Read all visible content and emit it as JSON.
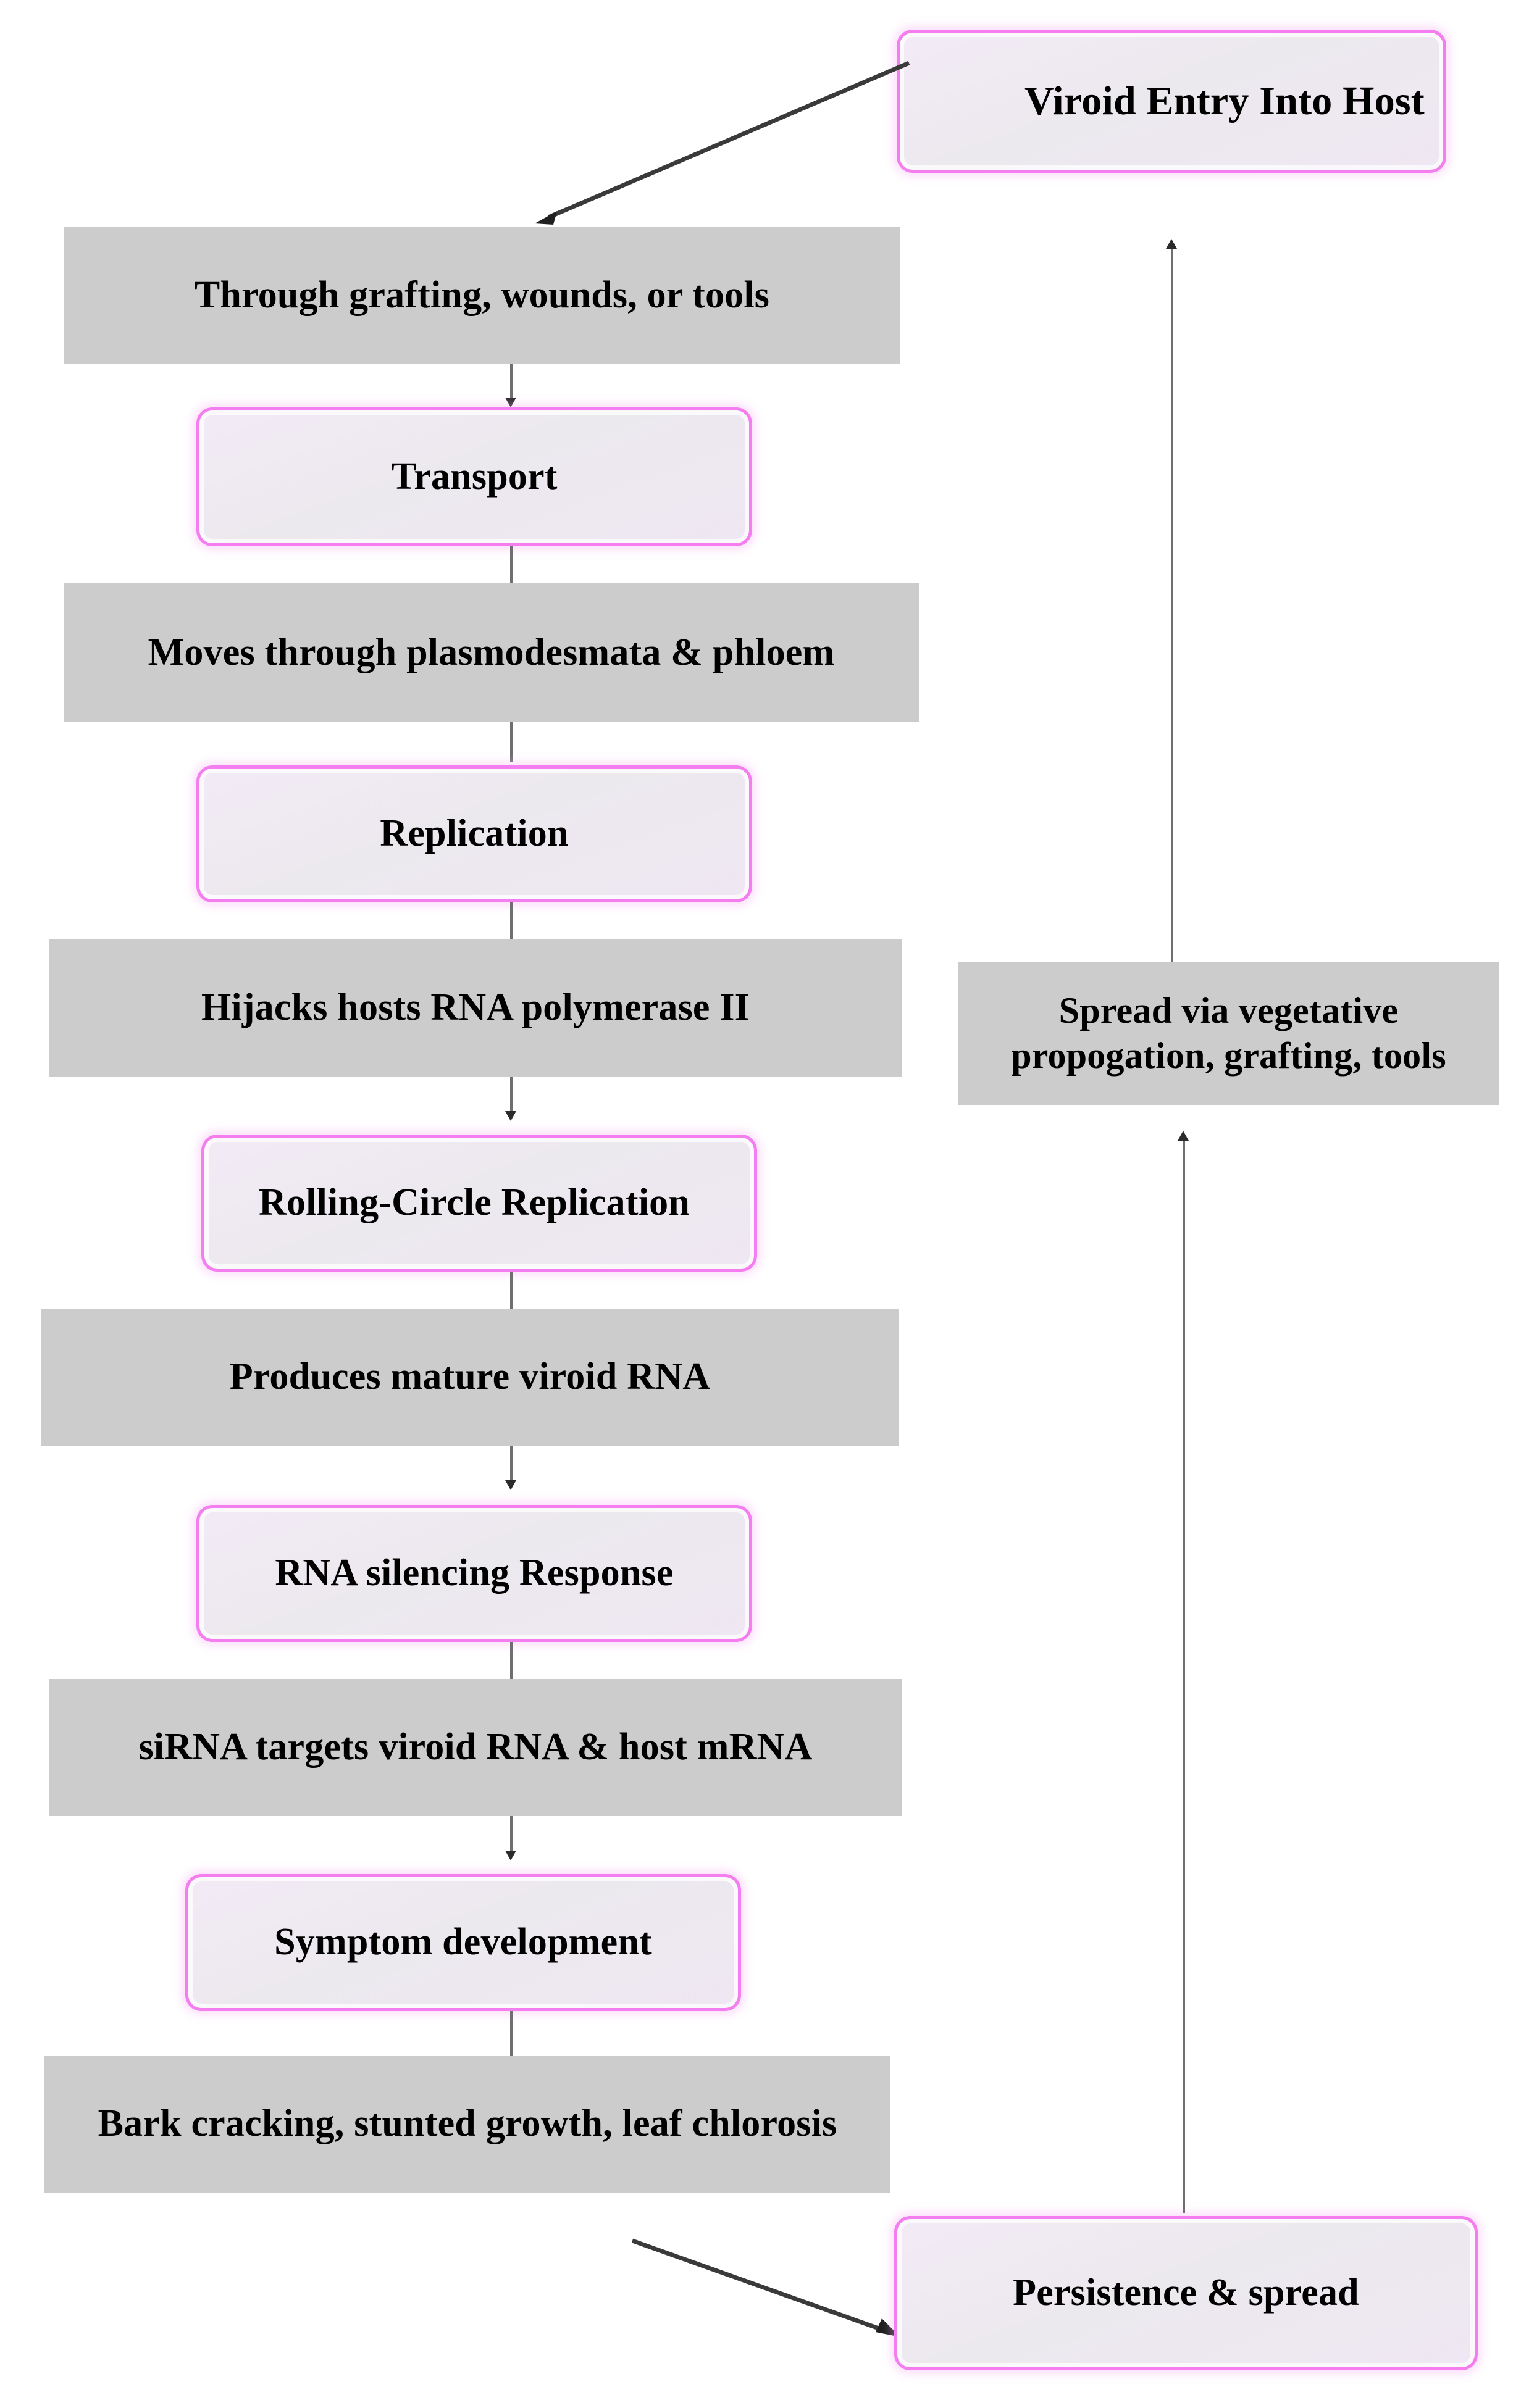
{
  "diagram": {
    "type": "flowchart",
    "title": "Viroid infection cycle in host plant",
    "orientation": "vertical",
    "palette": {
      "grey_box_fill": "#cccccc",
      "pink_box_border": "#f47ef0",
      "pink_box_fill": "#eee8f2",
      "connector": "#6f6f6f",
      "text": "#000000",
      "background": "#ffffff"
    },
    "nodes": [
      {
        "id": "entry",
        "label": "Viroid Entry  Into Host",
        "style": "pink",
        "column": "right"
      },
      {
        "id": "grafting",
        "label": "Through grafting, wounds, or tools",
        "style": "grey",
        "column": "left"
      },
      {
        "id": "transport",
        "label": "Transport",
        "style": "pink",
        "column": "left"
      },
      {
        "id": "plasmodesmata",
        "label": "Moves through plasmodesmata & phloem",
        "style": "grey",
        "column": "left"
      },
      {
        "id": "replication",
        "label": "Replication",
        "style": "pink",
        "column": "left"
      },
      {
        "id": "polymerase",
        "label": "Hijacks hosts RNA polymerase II",
        "style": "grey",
        "column": "left"
      },
      {
        "id": "rolling",
        "label": "Rolling-Circle Replication",
        "style": "pink",
        "column": "left"
      },
      {
        "id": "mature",
        "label": "Produces mature viroid RNA",
        "style": "grey",
        "column": "left"
      },
      {
        "id": "silencing",
        "label": "RNA silencing Response",
        "style": "pink",
        "column": "left"
      },
      {
        "id": "sirna",
        "label": "siRNA targets viroid RNA & host mRNA",
        "style": "grey",
        "column": "left"
      },
      {
        "id": "symptom",
        "label": "Symptom development",
        "style": "pink",
        "column": "left"
      },
      {
        "id": "bark",
        "label": "Bark cracking, stunted growth, leaf chlorosis",
        "style": "grey",
        "column": "left"
      },
      {
        "id": "spread_line1",
        "label": "Spread via vegetative",
        "style": "grey",
        "column": "right"
      },
      {
        "id": "spread_line2",
        "label": "propogation, grafting, tools",
        "style": "grey",
        "column": "right"
      },
      {
        "id": "persistence",
        "label": "Persistence & spread",
        "style": "pink",
        "column": "right"
      }
    ],
    "edges": [
      {
        "from": "entry",
        "to": "grafting",
        "kind": "diagonal-down-left"
      },
      {
        "from": "grafting",
        "to": "transport",
        "kind": "vertical-down"
      },
      {
        "from": "transport",
        "to": "plasmodesmata",
        "kind": "vertical-down"
      },
      {
        "from": "plasmodesmata",
        "to": "replication",
        "kind": "vertical-down"
      },
      {
        "from": "replication",
        "to": "polymerase",
        "kind": "vertical-down"
      },
      {
        "from": "polymerase",
        "to": "rolling",
        "kind": "vertical-down"
      },
      {
        "from": "rolling",
        "to": "mature",
        "kind": "vertical-down"
      },
      {
        "from": "mature",
        "to": "silencing",
        "kind": "vertical-down"
      },
      {
        "from": "silencing",
        "to": "sirna",
        "kind": "vertical-down"
      },
      {
        "from": "sirna",
        "to": "symptom",
        "kind": "vertical-down"
      },
      {
        "from": "symptom",
        "to": "bark",
        "kind": "vertical-down"
      },
      {
        "from": "bark",
        "to": "persistence",
        "kind": "diagonal-down-right"
      },
      {
        "from": "persistence",
        "to": "spread",
        "kind": "vertical-up"
      },
      {
        "from": "spread",
        "to": "entry",
        "kind": "vertical-up"
      }
    ]
  }
}
